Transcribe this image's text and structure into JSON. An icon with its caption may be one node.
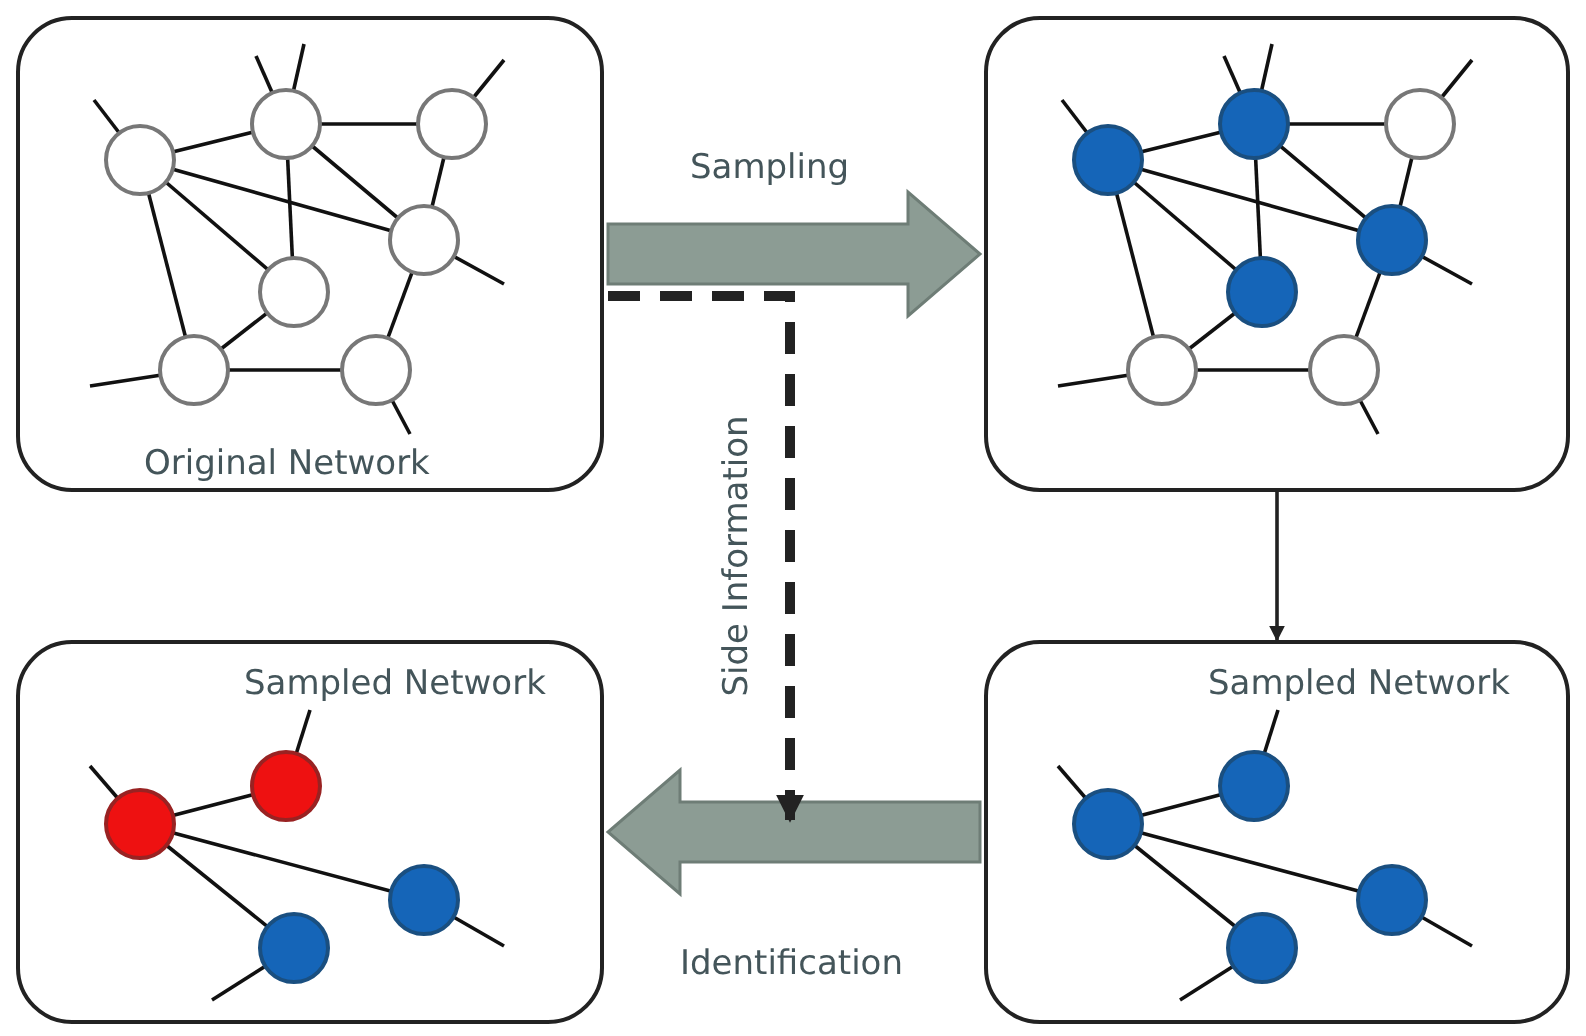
{
  "diagram": {
    "nodes": [
      {
        "text": [
          "Original Network"
        ]
      },
      {
        "text": [],
        "shape": "box"
      },
      {
        "text": [
          "Sampled Network"
        ]
      },
      {
        "text": [
          "Sampled Network"
        ]
      }
    ],
    "edges": [
      {
        "from": 0,
        "to": 1,
        "arrow": "to",
        "label": "Sampling",
        "style": "thick",
        "color": "#8c9c94"
      },
      {
        "from": 1,
        "to": 3,
        "arrow": "to"
      },
      {
        "from": 3,
        "to": 2,
        "arrow": "to",
        "label": "Identification",
        "style": "thick",
        "color": "#8c9c94"
      },
      {
        "from": 0,
        "to": null,
        "arrow": "to",
        "label": "Side Information",
        "style": "dashed"
      }
    ]
  }
}
